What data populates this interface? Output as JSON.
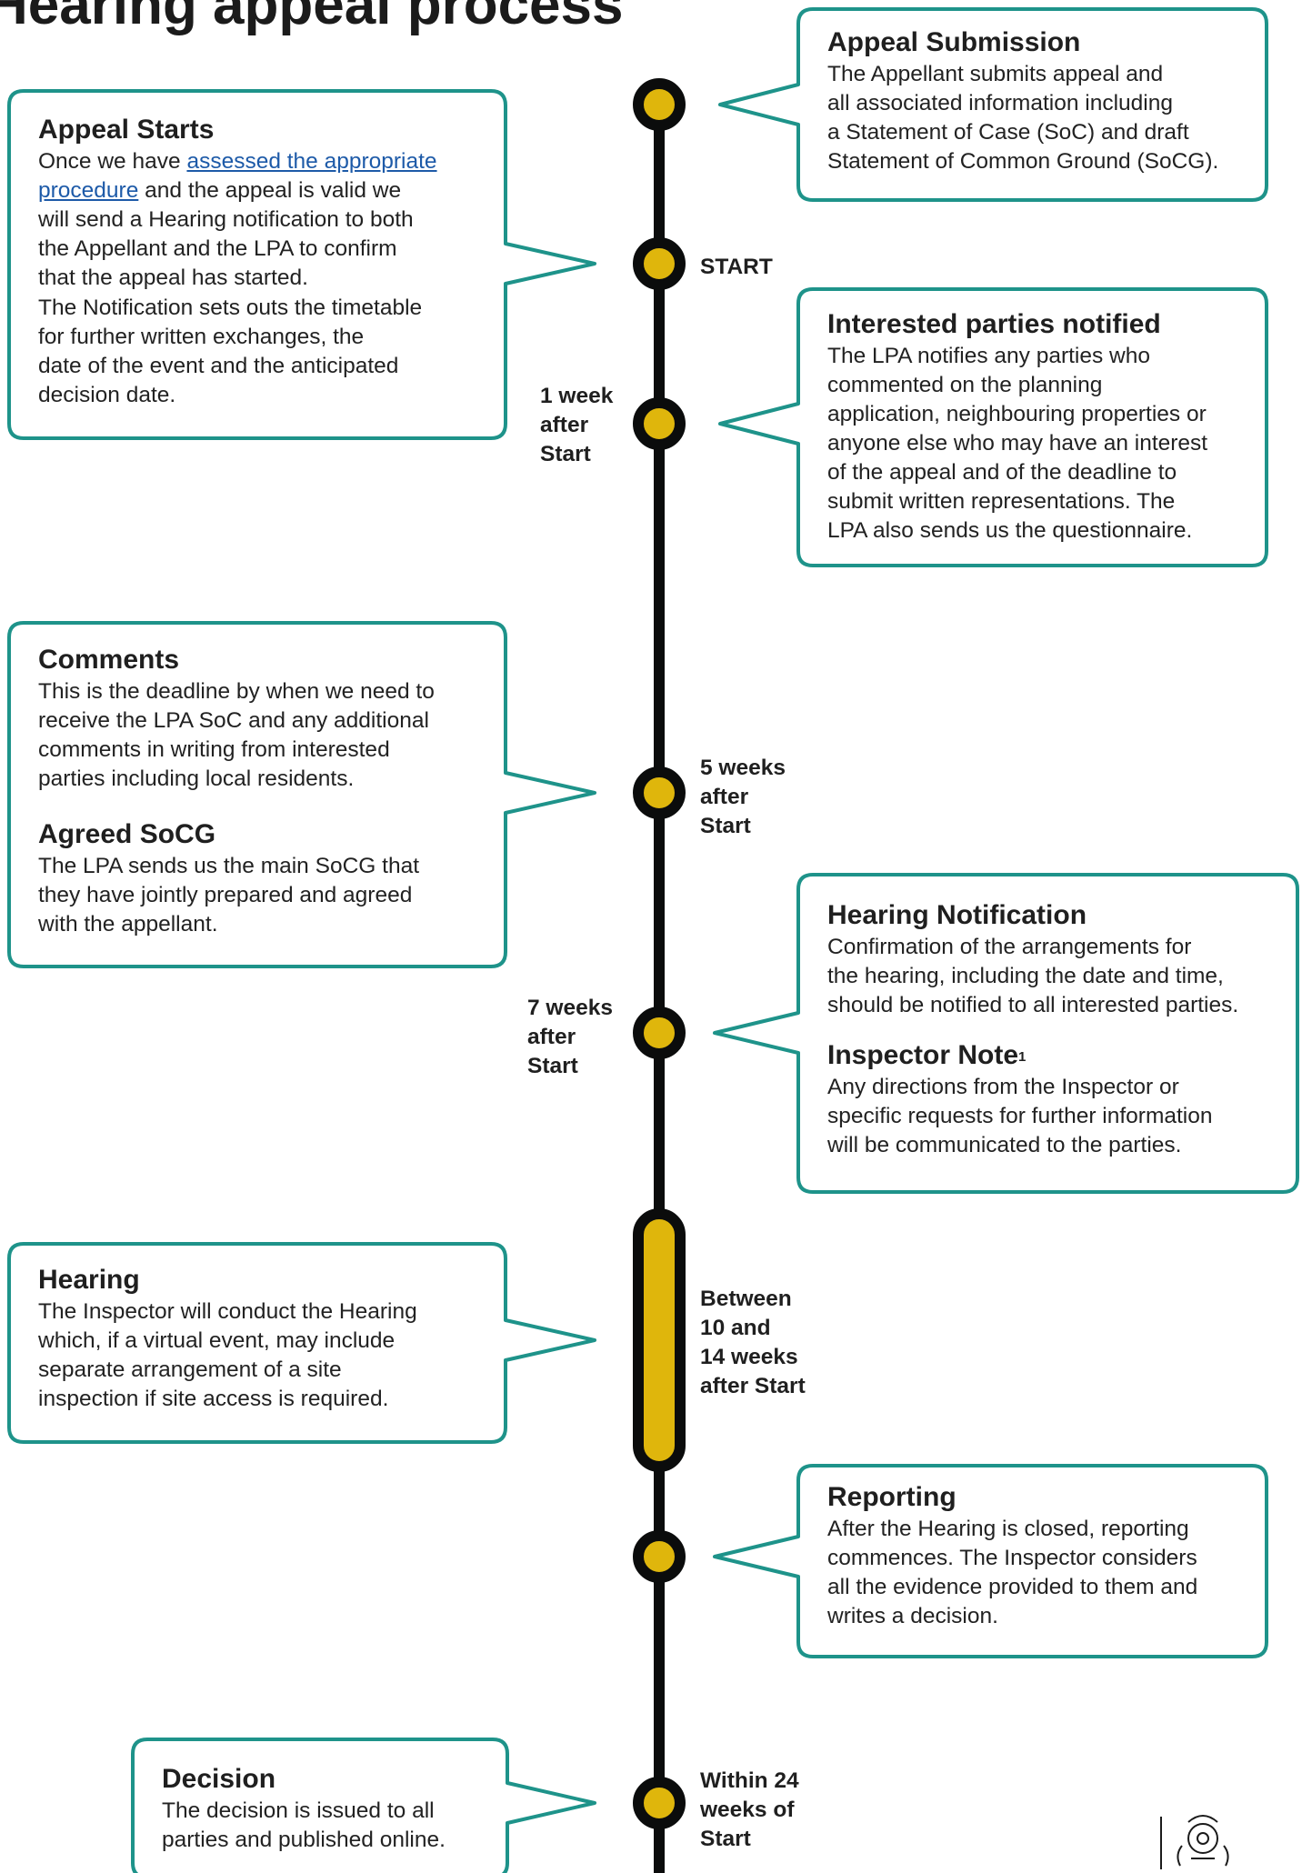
{
  "title": "Hearing appeal process",
  "colors": {
    "teal": "#1e938a",
    "yellow": "#dfb60c",
    "line": "#0b0c0c",
    "link": "#1d5aa8"
  },
  "boxes": {
    "appeal_submission": {
      "heading": "Appeal Submission",
      "lines": [
        "The Appellant submits appeal and",
        "all associated information including",
        "a Statement of Case (SoC) and draft",
        "Statement of Common Ground (SoCG)."
      ]
    },
    "appeal_starts": {
      "heading": "Appeal Starts",
      "p1_prefix": "Once we have ",
      "p1_link1": "assessed the appropriate",
      "p1_link2": "procedure",
      "p1_rest_first": " and the appeal is valid we",
      "p1_lines": [
        "will send a Hearing notification to both",
        "the Appellant and the LPA to confirm",
        "that the appeal has started."
      ],
      "p2_lines": [
        "The Notification sets outs the timetable",
        "for further written exchanges, the",
        "date of the event and the anticipated",
        "decision date."
      ]
    },
    "interested_parties": {
      "heading": "Interested parties notified",
      "lines": [
        "The LPA notifies any parties who",
        "commented on the planning",
        "application, neighbouring properties or",
        "anyone else who may have an interest",
        "of the appeal and of the deadline to",
        "submit written representations. The",
        "LPA also sends us the questionnaire."
      ]
    },
    "comments": {
      "heading": "Comments",
      "lines": [
        "This is the deadline by when we need to",
        "receive the LPA SoC and any additional",
        "comments in writing from interested",
        "parties including local residents."
      ],
      "heading2": "Agreed SoCG",
      "lines2": [
        "The LPA sends us the main SoCG that",
        "they have jointly prepared and agreed",
        "with the appellant."
      ]
    },
    "hearing_notification": {
      "heading": "Hearing Notification",
      "lines": [
        "Confirmation of the arrangements for",
        "the hearing, including the date and time,",
        "should be notified to all interested parties."
      ],
      "heading2": "Inspector Note",
      "heading2_sup": "1",
      "lines2": [
        "Any directions from the Inspector or",
        "specific requests for further information",
        "will be communicated to the parties."
      ]
    },
    "hearing": {
      "heading": "Hearing",
      "lines": [
        "The Inspector will conduct the Hearing",
        "which, if a virtual event, may include",
        "separate arrangement of a site",
        "inspection if site access is required."
      ]
    },
    "reporting": {
      "heading": "Reporting",
      "lines": [
        "After the Hearing is closed, reporting",
        "commences. The Inspector considers",
        "all the evidence provided to them and",
        "writes a decision."
      ]
    },
    "decision": {
      "heading": "Decision",
      "lines": [
        "The decision is issued to all",
        "parties and published online."
      ]
    }
  },
  "timeline_labels": {
    "start": [
      "START"
    ],
    "week1": [
      "1 week",
      "after",
      "Start"
    ],
    "week5": [
      "5 weeks",
      "after",
      "Start"
    ],
    "week7": [
      "7 weeks",
      "after",
      "Start"
    ],
    "weeks10_14": [
      "Between",
      "10 and",
      "14 weeks",
      "after Start"
    ],
    "week24": [
      "Within 24",
      "weeks of",
      "Start"
    ]
  }
}
